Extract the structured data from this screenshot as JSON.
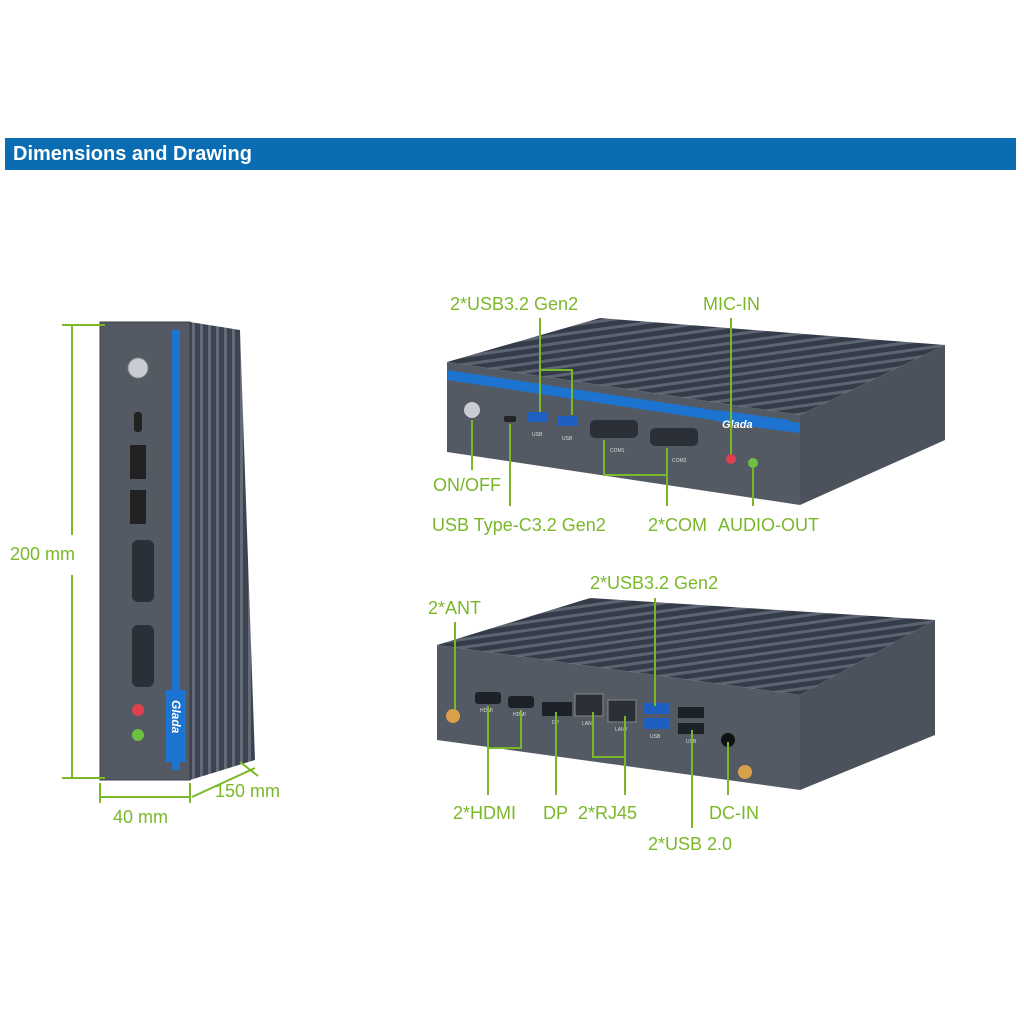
{
  "header": {
    "title": "Dimensions and Drawing"
  },
  "colors": {
    "header_bg": "#0a6db3",
    "label_green": "#7ab829",
    "chassis": "#4a4f58",
    "accent_blue": "#1c74d0"
  },
  "dimensions": {
    "height": "200 mm",
    "width": "40 mm",
    "depth": "150 mm"
  },
  "brand_logo": "Glada",
  "front_view": {
    "labels": {
      "usb32": "2*USB3.2 Gen2",
      "mic_in": "MIC-IN",
      "on_off": "ON/OFF",
      "usb_c": "USB Type-C3.2 Gen2",
      "com": "2*COM",
      "audio_out": "AUDIO-OUT"
    },
    "port_labels": {
      "usb": "USB",
      "com1": "COM1",
      "com2": "COM2"
    }
  },
  "rear_view": {
    "labels": {
      "usb32": "2*USB3.2 Gen2",
      "ant": "2*ANT",
      "hdmi": "2*HDMI",
      "dp": "DP",
      "rj45": "2*RJ45",
      "dc_in": "DC-IN",
      "usb20": "2*USB 2.0"
    },
    "port_labels": {
      "hdmi": "HDMI",
      "dp": "DP",
      "lan1": "LAN1",
      "lan2": "LAN2",
      "usb": "USB"
    }
  }
}
